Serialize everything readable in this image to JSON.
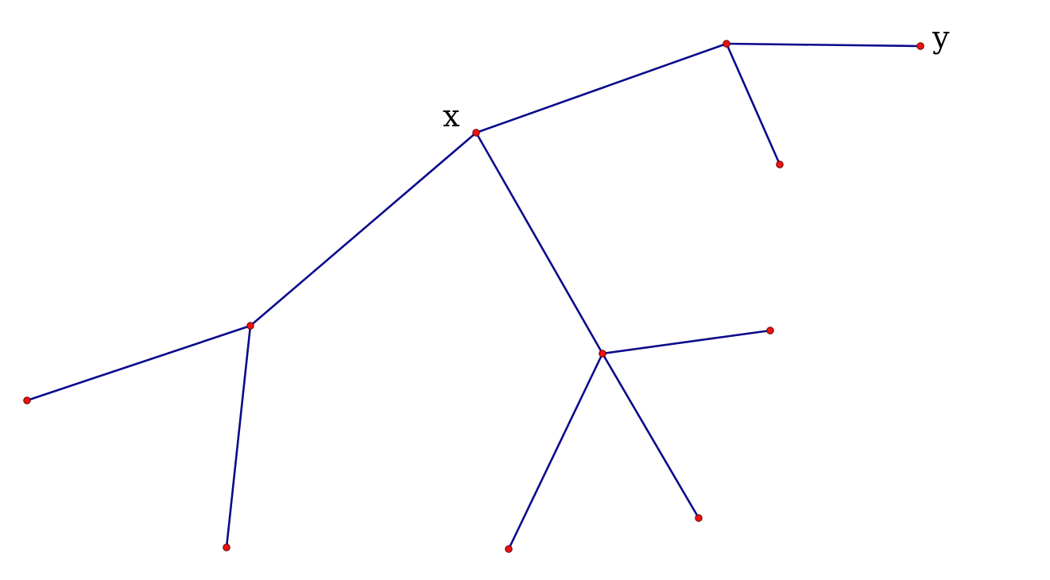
{
  "diagram": {
    "type": "tree",
    "edge_color": "#0a0a8c",
    "node_color": "#ee1111",
    "nodes": [
      {
        "id": "x",
        "label": "x"
      },
      {
        "id": "y",
        "label": "y"
      },
      {
        "id": "top_branch",
        "label": ""
      },
      {
        "id": "top_leaf",
        "label": ""
      },
      {
        "id": "left_branch",
        "label": ""
      },
      {
        "id": "left_leaf_far",
        "label": ""
      },
      {
        "id": "left_leaf_down",
        "label": ""
      },
      {
        "id": "mid_branch",
        "label": ""
      },
      {
        "id": "mid_leaf_right",
        "label": ""
      },
      {
        "id": "mid_leaf_down_left",
        "label": ""
      },
      {
        "id": "mid_leaf_down_right",
        "label": ""
      }
    ],
    "edges": [
      [
        "x",
        "top_branch"
      ],
      [
        "top_branch",
        "y"
      ],
      [
        "top_branch",
        "top_leaf"
      ],
      [
        "x",
        "left_branch"
      ],
      [
        "left_branch",
        "left_leaf_far"
      ],
      [
        "left_branch",
        "left_leaf_down"
      ],
      [
        "x",
        "mid_branch"
      ],
      [
        "mid_branch",
        "mid_leaf_right"
      ],
      [
        "mid_branch",
        "mid_leaf_down_left"
      ],
      [
        "mid_branch",
        "mid_leaf_down_right"
      ]
    ]
  }
}
